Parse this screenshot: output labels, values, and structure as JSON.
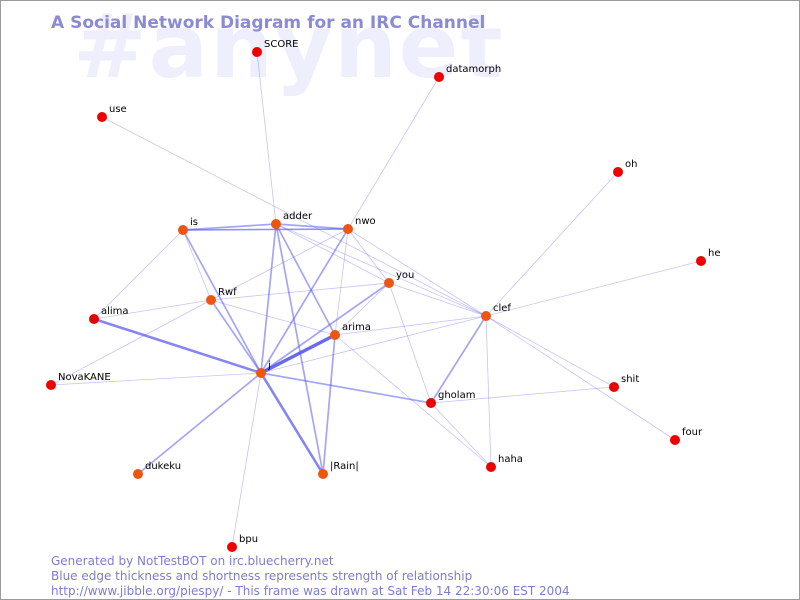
{
  "header": {
    "watermark": "#anynet",
    "title": "A Social Network Diagram for an IRC Channel"
  },
  "colors": {
    "node": "#ee0000",
    "node_orange": "#ee5511",
    "edge": "#5555ee",
    "title": "#8b8bd3",
    "footer": "#7d7dd0",
    "watermark": "#eeeefc"
  },
  "nodes": [
    {
      "id": "SCORE",
      "label": "SCORE",
      "color": "red"
    },
    {
      "id": "datamorph",
      "label": "datamorph",
      "color": "red"
    },
    {
      "id": "use",
      "label": "use",
      "color": "red"
    },
    {
      "id": "oh",
      "label": "oh",
      "color": "red"
    },
    {
      "id": "adder",
      "label": "adder",
      "color": "orange"
    },
    {
      "id": "is",
      "label": "is",
      "color": "orange"
    },
    {
      "id": "nwo",
      "label": "nwo",
      "color": "orange"
    },
    {
      "id": "he",
      "label": "he",
      "color": "red"
    },
    {
      "id": "you",
      "label": "you",
      "color": "orange"
    },
    {
      "id": "Rwf",
      "label": "Rwf",
      "color": "orange"
    },
    {
      "id": "clef",
      "label": "clef",
      "color": "orange"
    },
    {
      "id": "alima",
      "label": "alima",
      "color": "red"
    },
    {
      "id": "arima",
      "label": "arima",
      "color": "orange"
    },
    {
      "id": "j",
      "label": "j",
      "color": "orange"
    },
    {
      "id": "NovaKANE",
      "label": "NovaKANE",
      "color": "red"
    },
    {
      "id": "shit",
      "label": "shit",
      "color": "red"
    },
    {
      "id": "gholam",
      "label": "gholam",
      "color": "red"
    },
    {
      "id": "four",
      "label": "four",
      "color": "red"
    },
    {
      "id": "dukeku",
      "label": "dukeku",
      "color": "orange"
    },
    {
      "id": "Rain",
      "label": "|Rain|",
      "color": "orange"
    },
    {
      "id": "haha",
      "label": "haha",
      "color": "red"
    },
    {
      "id": "bpu",
      "label": "bpu",
      "color": "red"
    }
  ],
  "edges": [
    {
      "source": "SCORE",
      "target": "adder",
      "weight": 1
    },
    {
      "source": "datamorph",
      "target": "nwo",
      "weight": 1
    },
    {
      "source": "use",
      "target": "clef",
      "weight": 1
    },
    {
      "source": "oh",
      "target": "clef",
      "weight": 1
    },
    {
      "source": "he",
      "target": "clef",
      "weight": 1
    },
    {
      "source": "is",
      "target": "adder",
      "weight": 2
    },
    {
      "source": "is",
      "target": "nwo",
      "weight": 2
    },
    {
      "source": "adder",
      "target": "nwo",
      "weight": 2
    },
    {
      "source": "is",
      "target": "Rwf",
      "weight": 1
    },
    {
      "source": "is",
      "target": "alima",
      "weight": 1
    },
    {
      "source": "is",
      "target": "j",
      "weight": 2
    },
    {
      "source": "adder",
      "target": "j",
      "weight": 2
    },
    {
      "source": "adder",
      "target": "arima",
      "weight": 2
    },
    {
      "source": "adder",
      "target": "Rain",
      "weight": 2
    },
    {
      "source": "adder",
      "target": "clef",
      "weight": 1
    },
    {
      "source": "adder",
      "target": "you",
      "weight": 1
    },
    {
      "source": "nwo",
      "target": "j",
      "weight": 2
    },
    {
      "source": "nwo",
      "target": "you",
      "weight": 1
    },
    {
      "source": "nwo",
      "target": "Rwf",
      "weight": 1
    },
    {
      "source": "nwo",
      "target": "clef",
      "weight": 1
    },
    {
      "source": "nwo",
      "target": "arima",
      "weight": 1
    },
    {
      "source": "nwo",
      "target": "is",
      "weight": 1
    },
    {
      "source": "Rwf",
      "target": "you",
      "weight": 1
    },
    {
      "source": "Rwf",
      "target": "alima",
      "weight": 1
    },
    {
      "source": "Rwf",
      "target": "j",
      "weight": 2
    },
    {
      "source": "Rwf",
      "target": "arima",
      "weight": 1
    },
    {
      "source": "Rwf",
      "target": "NovaKANE",
      "weight": 1
    },
    {
      "source": "alima",
      "target": "j",
      "weight": 3
    },
    {
      "source": "NovaKANE",
      "target": "j",
      "weight": 1
    },
    {
      "source": "j",
      "target": "arima",
      "weight": 4
    },
    {
      "source": "j",
      "target": "you",
      "weight": 2
    },
    {
      "source": "j",
      "target": "clef",
      "weight": 1
    },
    {
      "source": "j",
      "target": "gholam",
      "weight": 2
    },
    {
      "source": "j",
      "target": "Rain",
      "weight": 3
    },
    {
      "source": "j",
      "target": "dukeku",
      "weight": 2
    },
    {
      "source": "j",
      "target": "bpu",
      "weight": 1
    },
    {
      "source": "you",
      "target": "arima",
      "weight": 1
    },
    {
      "source": "you",
      "target": "clef",
      "weight": 1
    },
    {
      "source": "you",
      "target": "gholam",
      "weight": 1
    },
    {
      "source": "arima",
      "target": "clef",
      "weight": 1
    },
    {
      "source": "arima",
      "target": "Rain",
      "weight": 2
    },
    {
      "source": "arima",
      "target": "haha",
      "weight": 1
    },
    {
      "source": "clef",
      "target": "gholam",
      "weight": 2
    },
    {
      "source": "clef",
      "target": "haha",
      "weight": 1
    },
    {
      "source": "clef",
      "target": "shit",
      "weight": 1
    },
    {
      "source": "clef",
      "target": "four",
      "weight": 1
    },
    {
      "source": "gholam",
      "target": "shit",
      "weight": 1
    },
    {
      "source": "gholam",
      "target": "haha",
      "weight": 1
    }
  ],
  "footer": {
    "line1": "Generated by NotTestBOT on irc.bluecherry.net",
    "line2": "Blue edge thickness and shortness represents strength of relationship",
    "line3": "http://www.jibble.org/piespy/ - This frame was drawn at Sat Feb 14 22:30:06 EST 2004"
  }
}
